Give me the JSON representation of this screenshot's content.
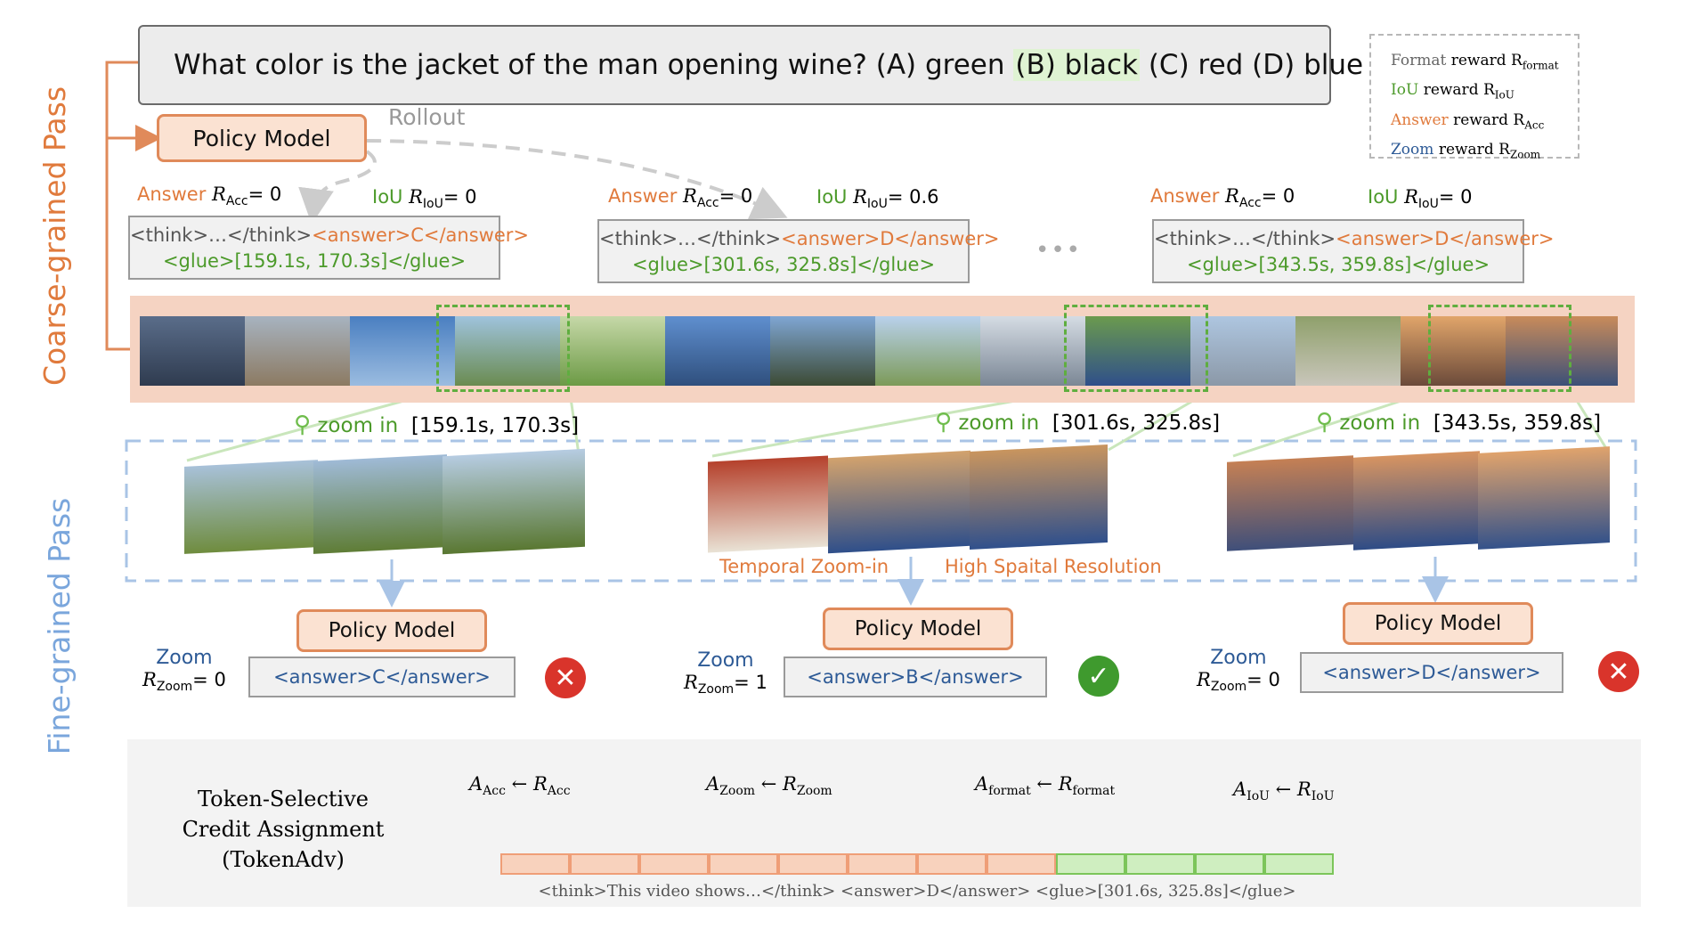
{
  "question": {
    "prefix": "What color is the jacket of the man opening wine? (A) green ",
    "highlighted": "(B) black",
    "suffix": " (C) red (D) blue"
  },
  "legend": [
    {
      "name": "Format",
      "rest": "reward R",
      "sub": "format",
      "color": "#666666"
    },
    {
      "name": "IoU",
      "rest": "reward R",
      "sub": "IoU",
      "color": "#4c9a2a"
    },
    {
      "name": "Answer",
      "rest": "reward R",
      "sub": "Acc",
      "color": "#e07a3c"
    },
    {
      "name": "Zoom",
      "rest": "reward R",
      "sub": "Zoom",
      "color": "#2d5a96"
    }
  ],
  "side_labels": {
    "coarse": "Coarse-grained Pass",
    "fine": "Fine-grained Pass"
  },
  "policy_model_label": "Policy Model",
  "rollout_label": "Rollout",
  "ellipsis": "•••",
  "rollouts": [
    {
      "answer_word": "Answer",
      "acc_r": "R",
      "acc_sub": "Acc",
      "acc_val": "= 0",
      "iou_word": "IoU",
      "iou_r": "R",
      "iou_sub": "IoU",
      "iou_val": "= 0",
      "think": "<think>…</think>",
      "answer_tag": "<answer>C</answer>",
      "glue": "<glue>[159.1s, 170.3s]</glue>"
    },
    {
      "answer_word": "Answer",
      "acc_r": "R",
      "acc_sub": "Acc",
      "acc_val": "= 0",
      "iou_word": "IoU",
      "iou_r": "R",
      "iou_sub": "IoU",
      "iou_val": "= 0.6",
      "think": "<think>…</think>",
      "answer_tag": "<answer>D</answer>",
      "glue": "<glue>[301.6s, 325.8s]</glue>"
    },
    {
      "answer_word": "Answer",
      "acc_r": "R",
      "acc_sub": "Acc",
      "acc_val": "= 0",
      "iou_word": "IoU",
      "iou_r": "R",
      "iou_sub": "IoU",
      "iou_val": "= 0",
      "think": "<think>…</think>",
      "answer_tag": "<answer>D</answer>",
      "glue": "<glue>[343.5s, 359.8s]</glue>"
    }
  ],
  "zoom_ins": [
    {
      "word": "zoom in",
      "range": "[159.1s, 170.3s]"
    },
    {
      "word": "zoom in",
      "range": "[301.6s, 325.8s]"
    },
    {
      "word": "zoom in",
      "range": "[343.5s, 359.8s]"
    }
  ],
  "fine_notes": {
    "temporal": "Temporal Zoom-in",
    "spatial": "High Spaital Resolution"
  },
  "fine_results": [
    {
      "zoom_word": "Zoom",
      "r": "R",
      "sub": "Zoom",
      "val": "= 0",
      "answer": "<answer>C</answer>",
      "mark": "✕",
      "correct": false
    },
    {
      "zoom_word": "Zoom",
      "r": "R",
      "sub": "Zoom",
      "val": "= 1",
      "answer": "<answer>B</answer>",
      "mark": "✓",
      "correct": true
    },
    {
      "zoom_word": "Zoom",
      "r": "R",
      "sub": "Zoom",
      "val": "= 0",
      "answer": "<answer>D</answer>",
      "mark": "✕",
      "correct": false
    }
  ],
  "credit": {
    "title_lines": [
      "Token-Selective",
      "Credit Assignment",
      "(TokenAdv)"
    ],
    "acc": {
      "a": "A",
      "a_sub": "Acc",
      "arrow": "←",
      "r": "R",
      "r_sub": "Acc"
    },
    "zoom": {
      "a": "A",
      "a_sub": "Zoom",
      "arrow": "←",
      "r": "R",
      "r_sub": "Zoom"
    },
    "format": {
      "a": "A",
      "a_sub": "format",
      "arrow": "←",
      "r": "R",
      "r_sub": "format"
    },
    "iou": {
      "a": "A",
      "a_sub": "IoU",
      "arrow": "←",
      "r": "R",
      "r_sub": "IoU"
    },
    "token_caption": "<think>This video shows…</think> <answer>D</answer> <glue>[301.6s, 325.8s]</glue>"
  },
  "colors": {
    "orange": "#e07a3c",
    "green": "#4c9a2a",
    "blue": "#2d5a96",
    "dash_blue": "#a9c4e6",
    "dash_green": "#5fae3f",
    "strip": "#f5d3c2",
    "token_orange": "#f8d2bd",
    "token_green": "#cfeec0"
  }
}
